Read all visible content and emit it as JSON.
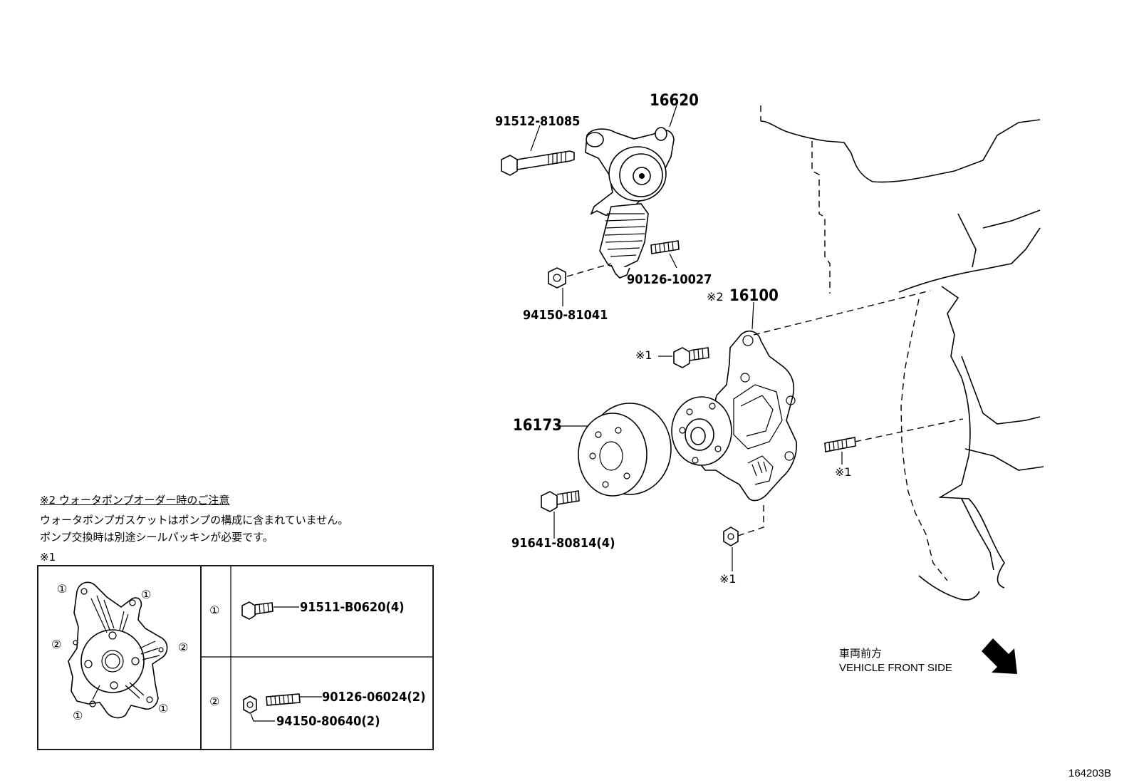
{
  "parts": {
    "tensioner_bolt": "91512-81085",
    "tensioner_assy": "16620",
    "tensioner_stud": "90126-10027",
    "tensioner_nut": "94150-81041",
    "water_pump_mark": "※2",
    "water_pump": "16100",
    "pulley": "16173",
    "pulley_bolt": "91641-80814(4)"
  },
  "markers": {
    "star1": "※1"
  },
  "note": {
    "title": "※2 ウォータポンプオーダー時のご注意",
    "line1": "ウォータポンプガスケットはポンプの構成に含まれていません。",
    "line2": "ポンプ交換時は別途シールパッキンが必要です。",
    "table_label": "※1"
  },
  "table": {
    "row1": {
      "num": "①",
      "part": "91511-B0620(4)"
    },
    "row2": {
      "num": "②",
      "part_a": "90126-06024(2)",
      "part_b": "94150-80640(2)"
    },
    "inset_markers": {
      "one": "①",
      "two": "②"
    }
  },
  "direction": {
    "jp": "車両前方",
    "en": "VEHICLE FRONT SIDE"
  },
  "diagram_id": "164203B"
}
